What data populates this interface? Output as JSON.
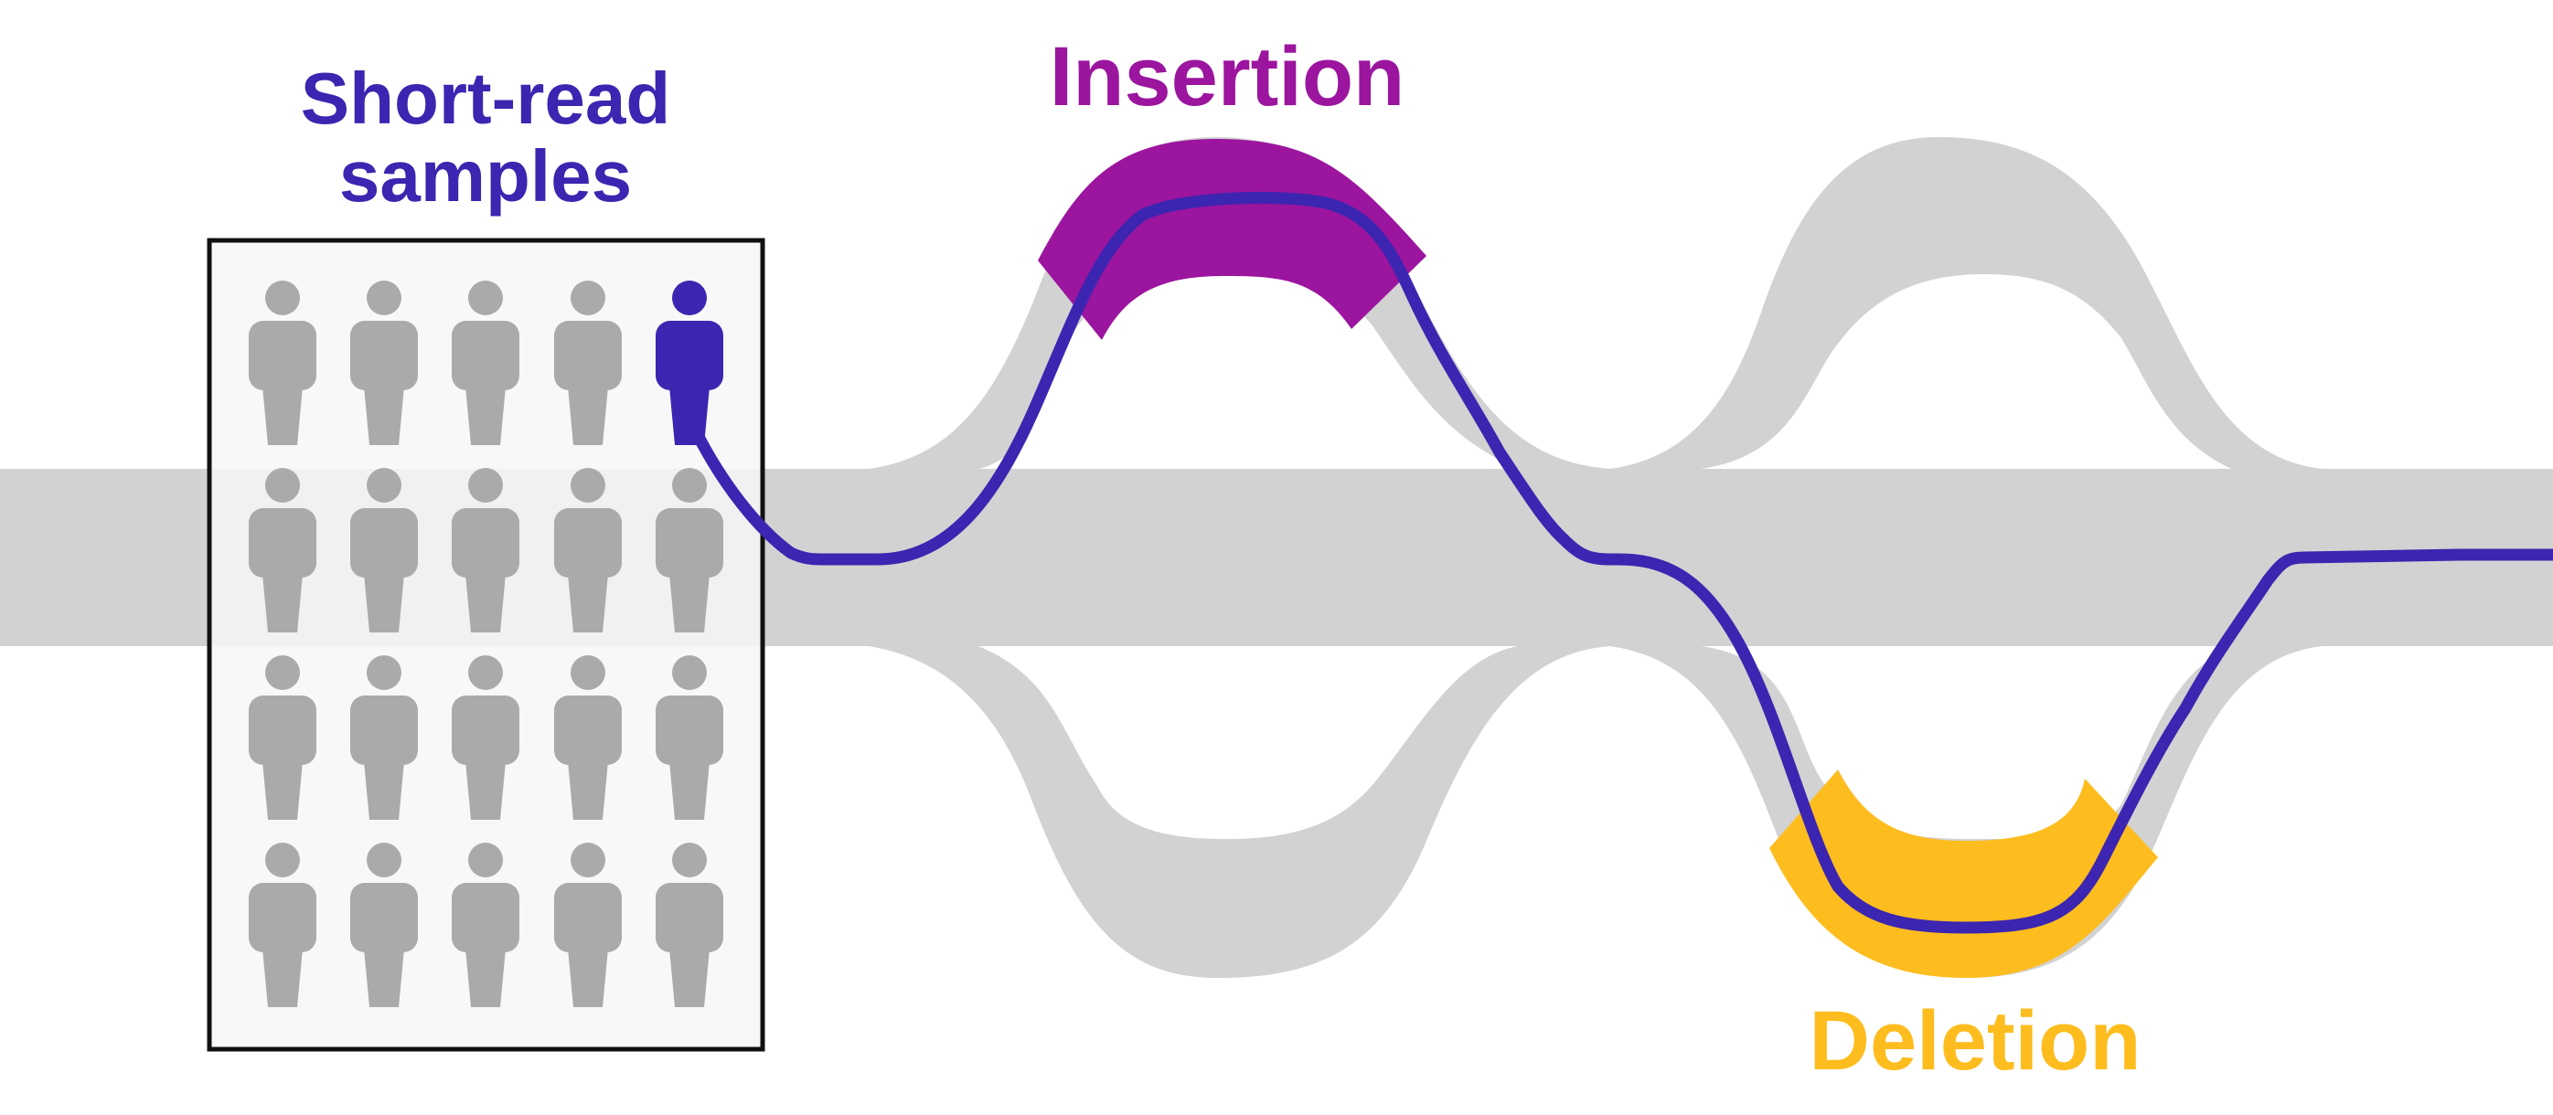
{
  "labels": {
    "samples_line1": "Short-read",
    "samples_line2": "samples",
    "insertion": "Insertion",
    "deletion": "Deletion"
  },
  "samples": {
    "rows": 4,
    "columns": 5,
    "highlighted": {
      "row": 0,
      "column": 4
    }
  },
  "colors": {
    "graph_gray": "#d2d2d2",
    "person_gray": "#aaaaaa",
    "panel_fill": "#f7f7f7",
    "panel_border": "#111111",
    "sample_blue": "#3c25b0",
    "insertion_magenta": "#9b159e",
    "deletion_yellow": "#fdbd1f"
  }
}
